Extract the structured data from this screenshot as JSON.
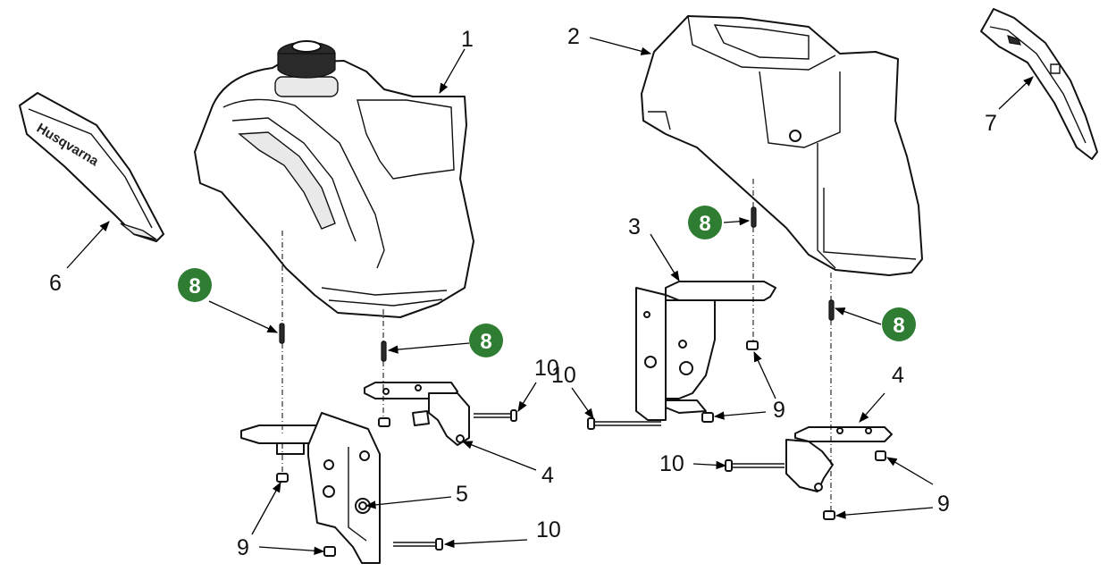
{
  "colors": {
    "badge": "#2e7d32",
    "ink": "#111111",
    "background": "#ffffff"
  },
  "callouts": {
    "c1": "1",
    "c2": "2",
    "c3": "3",
    "c4a": "4",
    "c4b": "4",
    "c5": "5",
    "c6": "6",
    "c7": "7",
    "c8a": "8",
    "c8b": "8",
    "c8c": "8",
    "c8d": "8",
    "c9a": "9",
    "c9b": "9",
    "c9c": "9",
    "c10a": "10",
    "c10b": "10",
    "c10c": "10",
    "c10d": "10"
  },
  "logo": {
    "text": "Husqvarna"
  }
}
